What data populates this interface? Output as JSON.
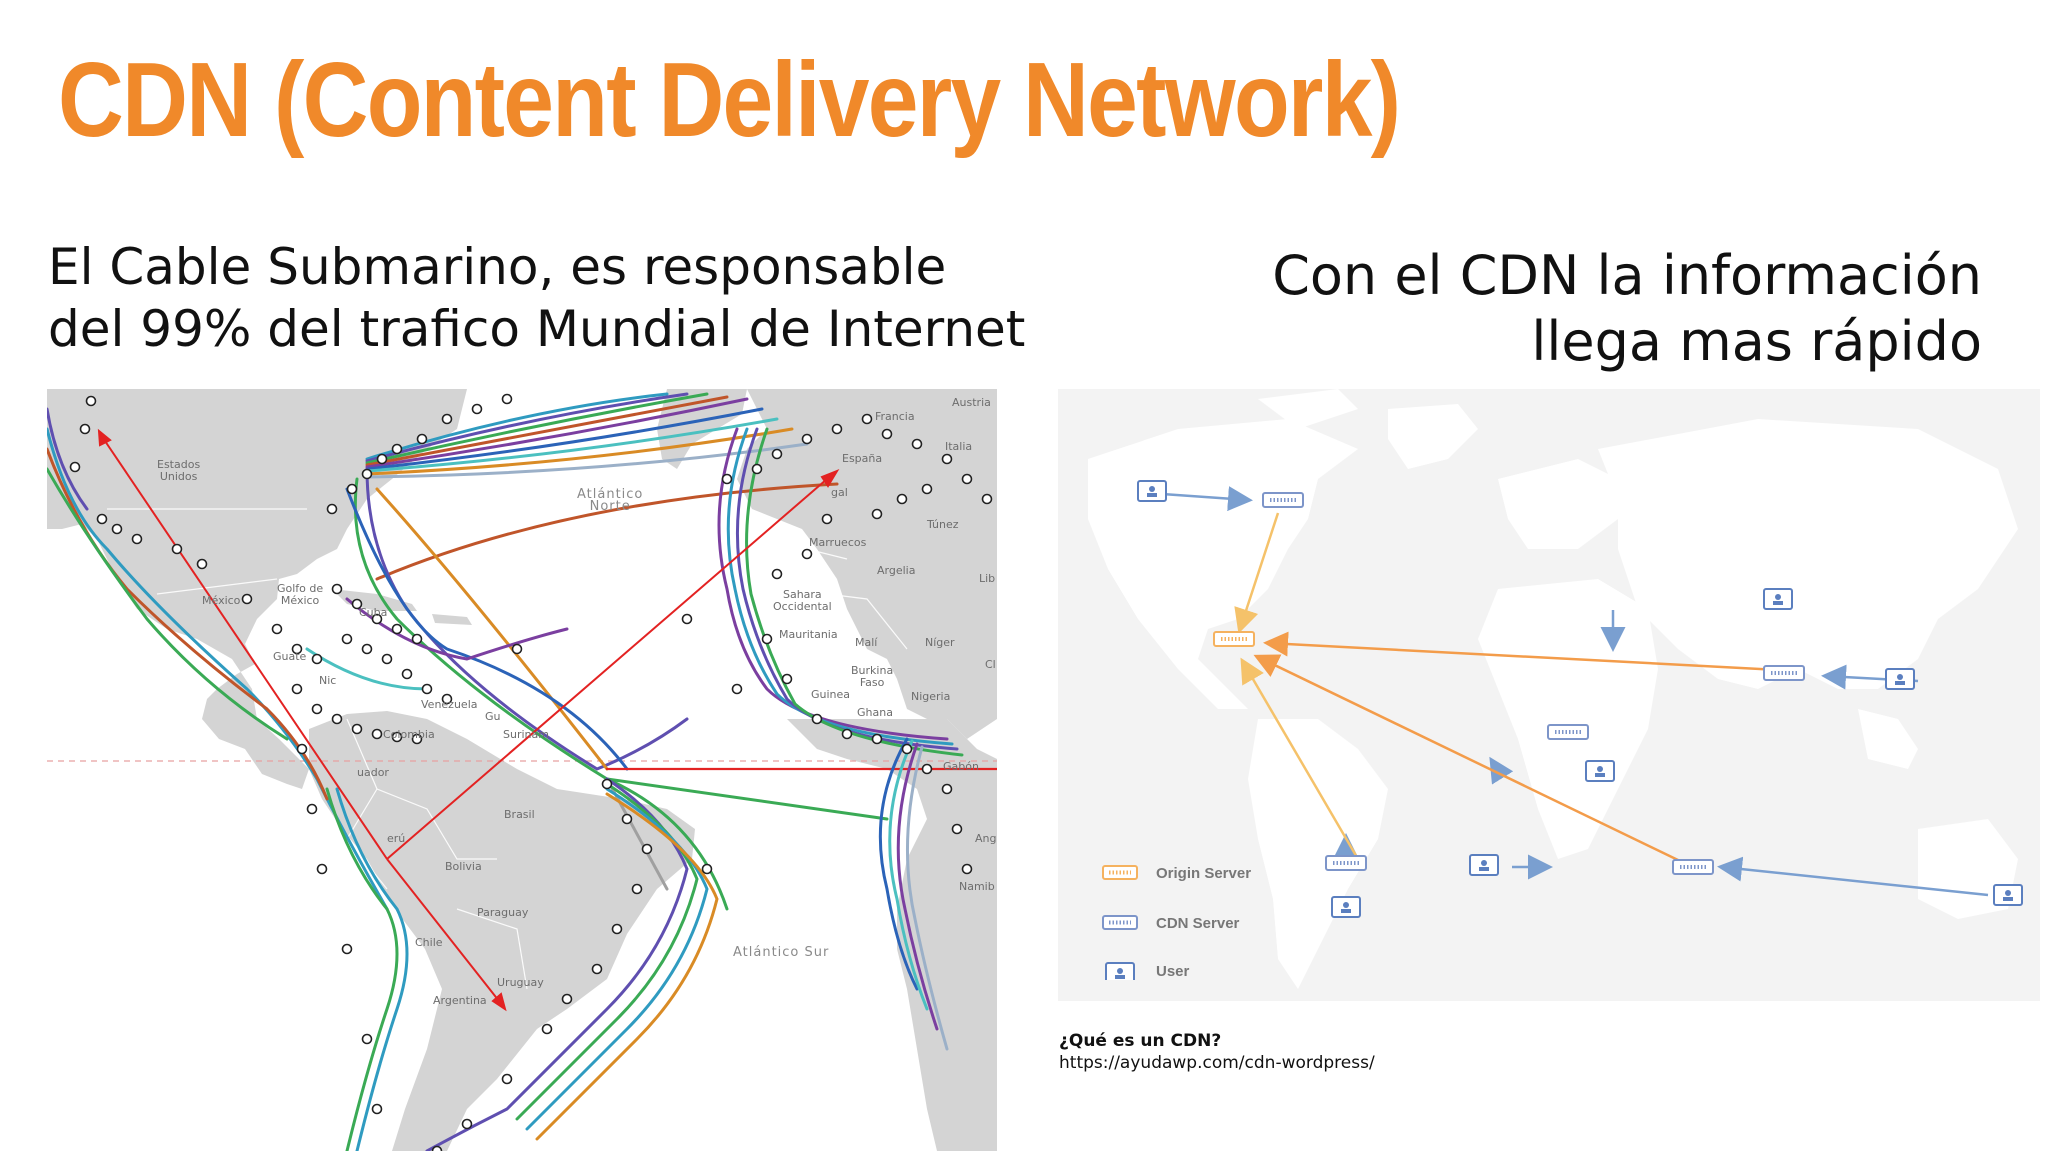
{
  "slide": {
    "title": "CDN (Content Delivery Network)",
    "left_caption": "El Cable Submarino, es responsable del 99% del trafico Mundial de Internet",
    "right_caption": "Con el CDN la información llega mas rápido",
    "accent_color": "#f0892a"
  },
  "cable_map": {
    "labels": {
      "usa": "Estados\nUnidos",
      "atlantico_norte": "Atlántico\nNorte",
      "francia": "Francia",
      "austria": "Austria",
      "espana": "España",
      "italia": "Italia",
      "portugal": "gal",
      "tunez": "Túnez",
      "marruecos": "Marruecos",
      "argelia": "Argelia",
      "libia": "Lib",
      "sahara": "Sahara\nOccidental",
      "golfo": "Golfo de\nMéxico",
      "mexico": "México",
      "cuba": "Cuba",
      "guate": "Guate",
      "nic": "Nic",
      "venezuela": "Venezuela",
      "colombia": "Colombia",
      "guyana": "Gu",
      "surinam": "Surinam",
      "ecuador": "uador",
      "mauritania": "Mauritania",
      "mali": "Malí",
      "niger": "Níger",
      "burkina": "Burkina\nFaso",
      "guinea": "Guinea",
      "nigeria": "Nigeria",
      "ghana": "Ghana",
      "gabon": "Gabón",
      "angola": "Ang",
      "namibia": "Namib",
      "brasil": "Brasil",
      "peru": "erú",
      "bolivia": "Bolivia",
      "paraguay": "Paraguay",
      "chile": "Chile",
      "uruguay": "Uruguay",
      "argentina": "Argentina",
      "atlantico_sur": "Atlántico Sur",
      "ci": "Cl"
    },
    "cable_colors": [
      "#2f9bc0",
      "#5f4fb0",
      "#3aaa55",
      "#c0552a",
      "#9bb0c8",
      "#d98b25",
      "#7b3fa0",
      "#2b63b8",
      "#4bc0c0",
      "#a0a0a0"
    ],
    "highlight_color": "#e32222"
  },
  "cdn_map": {
    "legend": {
      "origin_server": "Origin Server",
      "cdn_server": "CDN Server",
      "user": "User"
    },
    "colors": {
      "origin": "#f5b25f",
      "cdn": "#7d95c9",
      "user": "#5b7fbf",
      "arrow_user": "#7a9fd0",
      "arrow_origin_a": "#f39c4a",
      "arrow_origin_b": "#f5c26a"
    }
  },
  "reference": {
    "question": "¿Qué es un CDN?",
    "url": "https://ayudawp.com/cdn-wordpress/"
  }
}
